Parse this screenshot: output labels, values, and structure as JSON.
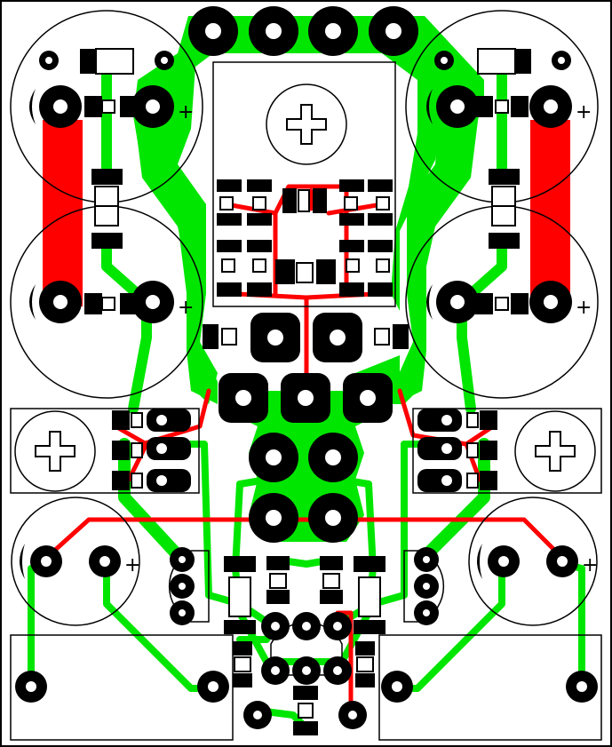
{
  "board": {
    "colors": {
      "background": "#ffffff",
      "outline": "#000000",
      "pad": "#000000",
      "trace_top": "#ff0000",
      "trace_bottom": "#00e600"
    },
    "layers": [
      "top-copper",
      "bottom-copper",
      "silkscreen",
      "pads"
    ],
    "polarity_mark": "+",
    "mounting_hole_icon": "screw-cross-icon"
  }
}
